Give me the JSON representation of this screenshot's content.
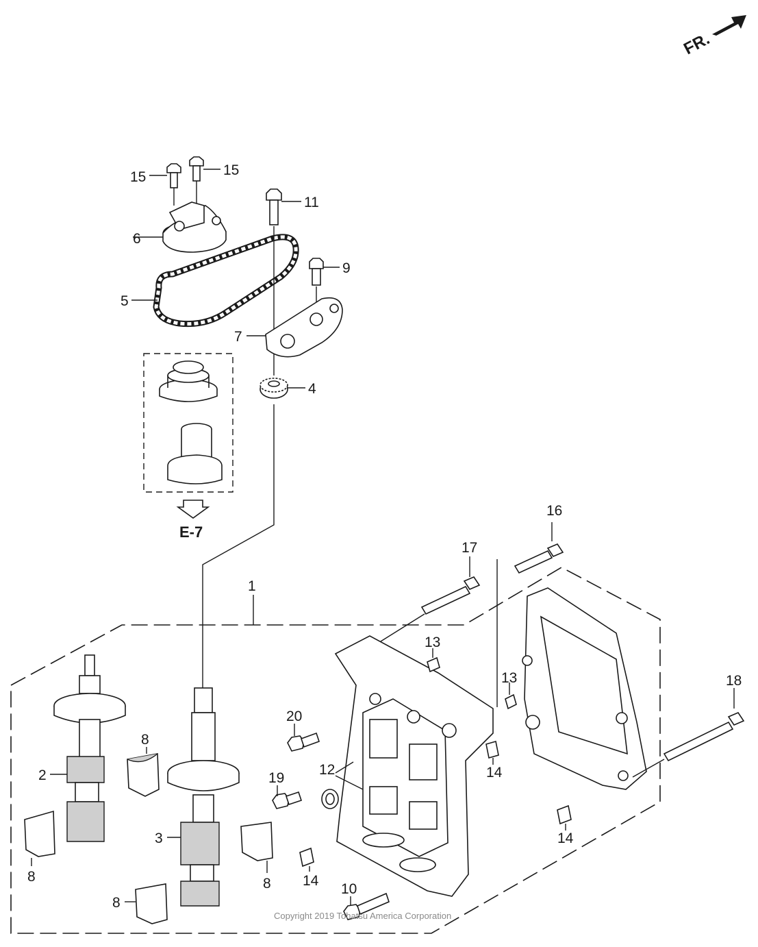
{
  "direction_label": "FR.",
  "reference": "E-7",
  "copyright": "Copyright 2019 Tohatsu America Corporation",
  "callouts": {
    "c1": "1",
    "c2": "2",
    "c3": "3",
    "c4": "4",
    "c5": "5",
    "c6": "6",
    "c7": "7",
    "c8a": "8",
    "c8b": "8",
    "c8c": "8",
    "c8d": "8",
    "c9": "9",
    "c10": "10",
    "c11": "11",
    "c12": "12",
    "c13a": "13",
    "c13b": "13",
    "c14a": "14",
    "c14b": "14",
    "c14c": "14",
    "c15a": "15",
    "c15b": "15",
    "c16": "16",
    "c17": "17",
    "c18": "18",
    "c19": "19",
    "c20": "20"
  }
}
